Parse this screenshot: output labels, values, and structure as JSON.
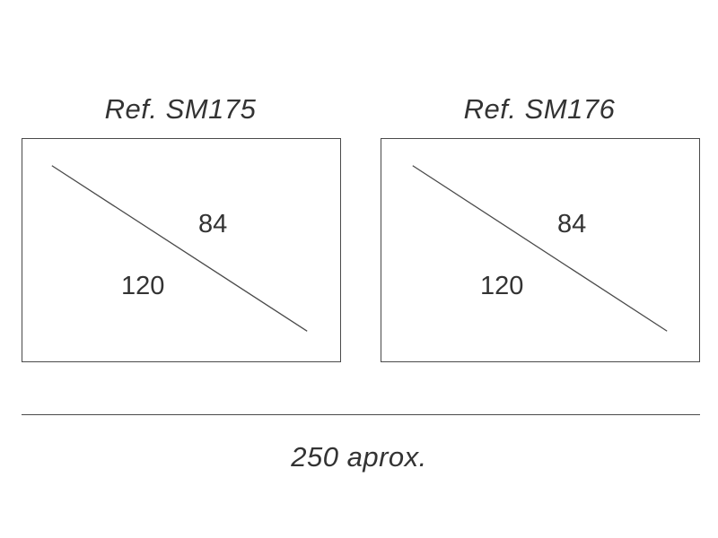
{
  "panels": [
    {
      "reference": "Ref. SM175",
      "height_value": "84",
      "width_value": "120"
    },
    {
      "reference": "Ref. SM176",
      "height_value": "84",
      "width_value": "120"
    }
  ],
  "total": {
    "label": "250 aprox."
  },
  "colors": {
    "line": "#4a4a4a",
    "text": "#333333",
    "background": "#ffffff"
  }
}
